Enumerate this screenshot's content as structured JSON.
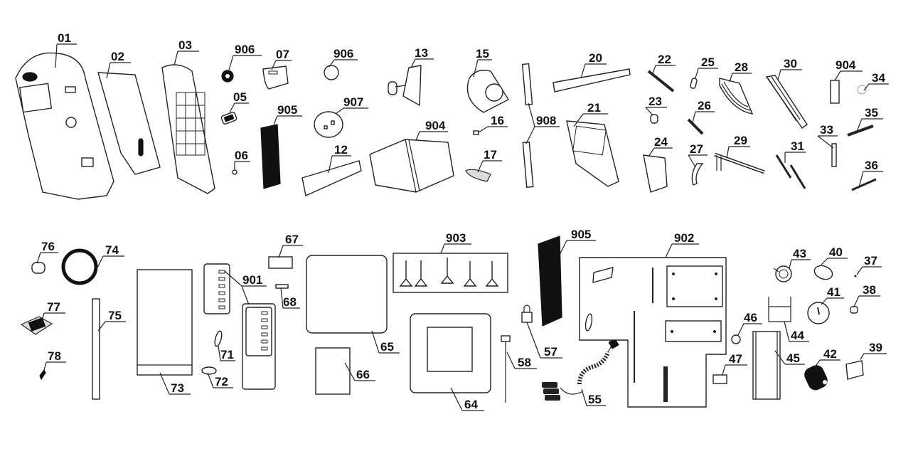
{
  "diagram": {
    "title": "Exploded parts diagram",
    "colors": {
      "line": "#222222",
      "background": "#ffffff"
    },
    "parts": {
      "p01": "01",
      "p02": "02",
      "p03": "03",
      "p906a": "906",
      "p07": "07",
      "p05": "05",
      "p905a": "905",
      "p06": "06",
      "p906b": "906",
      "p907": "907",
      "p12": "12",
      "p13": "13",
      "p904a": "904",
      "p15": "15",
      "p16": "16",
      "p17": "17",
      "p908": "908",
      "p20": "20",
      "p21": "21",
      "p22": "22",
      "p23": "23",
      "p24": "24",
      "p25": "25",
      "p26": "26",
      "p27": "27",
      "p28": "28",
      "p29": "29",
      "p30": "30",
      "p31": "31",
      "p33": "33",
      "p904b": "904",
      "p34": "34",
      "p35": "35",
      "p36": "36",
      "p76": "76",
      "p74": "74",
      "p77": "77",
      "p75": "75",
      "p78": "78",
      "p73": "73",
      "p901": "901",
      "p67": "67",
      "p68": "68",
      "p71": "71",
      "p72": "72",
      "p65": "65",
      "p66": "66",
      "p903": "903",
      "p64": "64",
      "p58": "58",
      "p57": "57",
      "p905b": "905",
      "p55": "55",
      "p902": "902",
      "p43": "43",
      "p40": "40",
      "p37": "37",
      "p41": "41",
      "p38": "38",
      "p44": "44",
      "p46": "46",
      "p45": "45",
      "p47": "47",
      "p42": "42",
      "p39": "39"
    }
  }
}
